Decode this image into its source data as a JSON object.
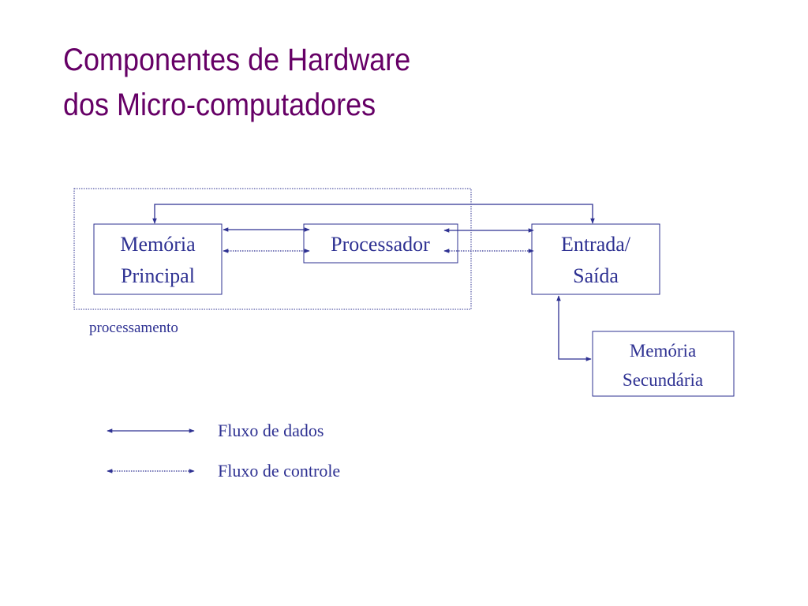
{
  "slide": {
    "title_line1": "Componentes de Hardware",
    "title_line2": "dos Micro-computadores"
  },
  "diagram": {
    "region_label": "processamento",
    "memoria_principal": {
      "line1": "Memória",
      "line2": "Principal"
    },
    "processador": {
      "line1": "Processador"
    },
    "entrada_saida": {
      "line1": "Entrada/",
      "line2": "Saída"
    },
    "memoria_secundaria": {
      "line1": "Memória",
      "line2": "Secundária"
    }
  },
  "legend": {
    "data_flow_label": "Fluxo de dados",
    "control_flow_label": "Fluxo de controle"
  },
  "colors": {
    "title": "#660066",
    "diagram": "#2e3192",
    "background": "#ffffff"
  }
}
